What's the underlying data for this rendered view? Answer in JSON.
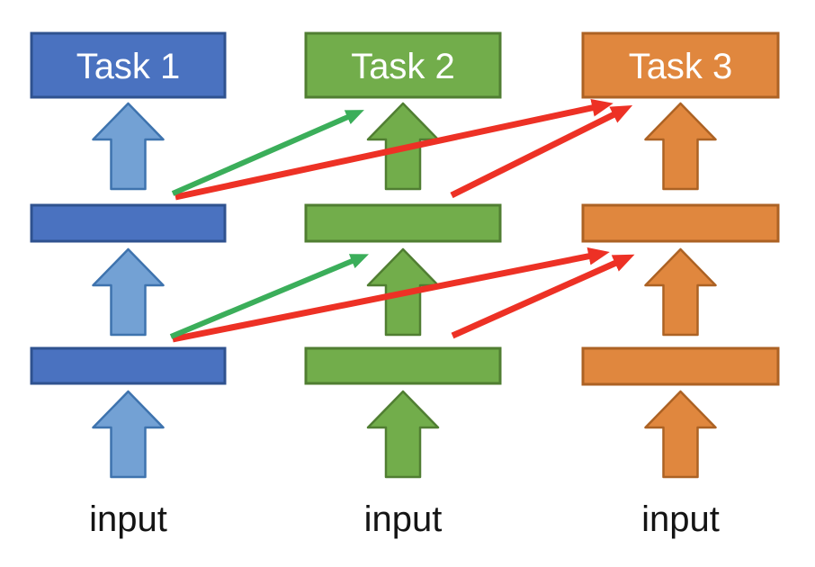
{
  "diagram": {
    "description": "Three task networks with layer-wise transfer arrows",
    "columns": [
      {
        "label": "Task 1",
        "input_label": "input",
        "color_name": "blue"
      },
      {
        "label": "Task 2",
        "input_label": "input",
        "color_name": "green"
      },
      {
        "label": "Task 3",
        "input_label": "input",
        "color_name": "orange"
      }
    ],
    "transfer_arrows": [
      {
        "color": "green",
        "level": "upper",
        "from": "Task 1 hidden layer 2",
        "to": "Task 2 top layer"
      },
      {
        "color": "red",
        "level": "upper",
        "from": "Task 1 hidden layer 2",
        "to": "Task 3 top layer"
      },
      {
        "color": "red",
        "level": "upper",
        "from": "Task 2 hidden layer 2",
        "to": "Task 3 top layer"
      },
      {
        "color": "green",
        "level": "lower",
        "from": "Task 1 hidden layer 1",
        "to": "Task 2 hidden layer 2"
      },
      {
        "color": "red",
        "level": "lower",
        "from": "Task 1 hidden layer 1",
        "to": "Task 3 hidden layer 2"
      },
      {
        "color": "red",
        "level": "lower",
        "from": "Task 2 hidden layer 1",
        "to": "Task 3 hidden layer 2"
      }
    ]
  },
  "colors": {
    "background": "#ffffff",
    "blue_box_fill": "#4A72C0",
    "blue_box_stroke": "#2F528F",
    "blue_arrow_fill": "#73A1D4",
    "blue_arrow_stroke": "#3E73AE",
    "green_fill": "#72AD4B",
    "green_stroke": "#507E32",
    "orange_fill": "#E0873E",
    "orange_stroke": "#AC6224",
    "red_arrow": "#ED3125",
    "green_arrow": "#3BAE5A",
    "task_label_color": "#FFFFFF",
    "input_label_color": "#141414"
  }
}
